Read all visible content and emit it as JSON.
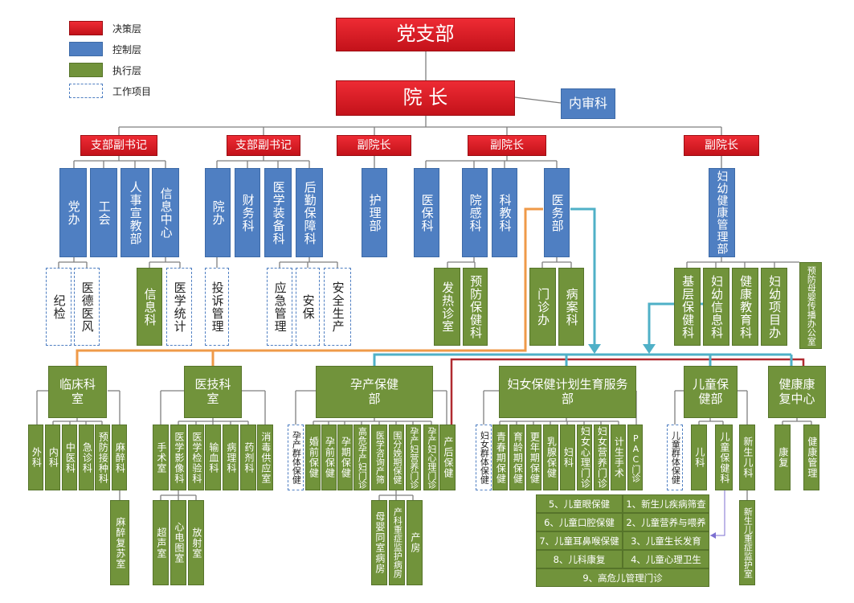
{
  "legend": [
    {
      "label": "决策层",
      "style": "red"
    },
    {
      "label": "控制层",
      "style": "blue"
    },
    {
      "label": "执行层",
      "style": "green"
    },
    {
      "label": "工作项目",
      "style": "dot"
    }
  ],
  "top": {
    "party": "党支部",
    "president": "院 长",
    "audit": "内审科"
  },
  "leaders": [
    "支部副书记",
    "支部副书记",
    "副院长",
    "副院长",
    "副院长"
  ],
  "control_depts": [
    "党办",
    "工会",
    "人事宣教部",
    "信息中心",
    "院办",
    "财务科",
    "医学装备科",
    "后勤保障科",
    "护理部",
    "医保科",
    "院感科",
    "科教科",
    "医务部",
    "妇幼健康管理部"
  ],
  "sub_items": [
    "纪检",
    "医德医风",
    "信息科",
    "医学统计",
    "投诉管理",
    "应急管理",
    "安保",
    "安全生产",
    "发热诊室",
    "预防保健科",
    "门诊办",
    "病案科",
    "基层保健科",
    "妇幼信息科",
    "健康教育科",
    "妇幼项目办",
    "预防母婴传播办公室"
  ],
  "centers": [
    "临床科室",
    "医技科室",
    "孕产保健部",
    "妇女保健计划生育服务部",
    "儿童保健部",
    "健康康复中心"
  ],
  "clinical": [
    "外科",
    "内科",
    "中医科",
    "急诊科",
    "预防接种科",
    "麻醉科",
    "麻醉复苏室"
  ],
  "medtech": [
    "手术室",
    "医学影像科",
    "医学检验科",
    "输血科",
    "病理科",
    "药剂科",
    "消毒供应室",
    "超声室",
    "心电图室",
    "放射室"
  ],
  "maternity": [
    "孕产群体保健",
    "婚前保健",
    "孕前保健",
    "孕期保健",
    "高危孕产妇门诊",
    "医学咨询产筛",
    "围分娩期保健",
    "孕产妇营养门诊",
    "孕产妇心理门诊",
    "产后保健",
    "母婴同室病房",
    "产科重症监护病房",
    "产房"
  ],
  "women": [
    "妇女群体保健",
    "青春期保健",
    "育龄期保健",
    "更年期保健",
    "乳腺保健",
    "妇科",
    "妇女心理门诊",
    "妇女营养门诊",
    "计生手术",
    "PAC门诊"
  ],
  "child": [
    "儿童群体保健",
    "儿科",
    "儿童保健科",
    "新生儿科",
    "新生儿重症监护室"
  ],
  "rehab": [
    "康复",
    "健康管理"
  ],
  "child_clinics": [
    [
      "5、儿童眼保健",
      "1、新生儿疾病筛查"
    ],
    [
      "6、儿童口腔保健",
      "2、儿童营养与喂养"
    ],
    [
      "7、儿童耳鼻喉保健",
      "3、儿童生长发育"
    ],
    [
      "8、儿科康复",
      "4、儿童心理卫生"
    ],
    [
      "9、高危儿管理门诊"
    ]
  ],
  "colors": {
    "red": "#d9161f",
    "blue": "#4f7fc2",
    "green": "#71933b",
    "orange": "#ef9a48",
    "teal": "#4fb0c7",
    "crimson": "#b02a30"
  }
}
